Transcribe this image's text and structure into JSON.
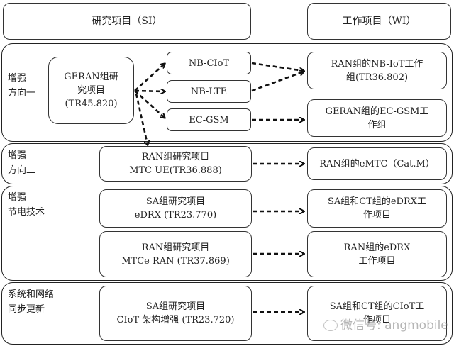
{
  "headers": {
    "si": "研究项目（SI）",
    "wi": "工作项目（WI）"
  },
  "groups": [
    {
      "label_line1": "增强",
      "label_line2": "方向一",
      "study_item": {
        "line1": "GERAN组研",
        "line2": "究项目",
        "line3": "(TR45.820)"
      },
      "candidates": [
        "NB-CIoT",
        "NB-LTE",
        "EC-GSM"
      ],
      "work_items": [
        {
          "line1": "RAN组的NB-IoT工作",
          "line2": "组(TR36.802)"
        },
        {
          "line1": "GERAN组的EC-GSM工",
          "line2": "作组"
        }
      ]
    },
    {
      "label_line1": "增强",
      "label_line2": "方向二",
      "study_item": {
        "line1": "RAN组研究项目",
        "line2": "MTC UE(TR36.888)"
      },
      "work_item": {
        "line1": "RAN组的eMTC（Cat.M）"
      }
    },
    {
      "label_line1": "增强",
      "label_line2": "节电技术",
      "study_items": [
        {
          "line1": "SA组研究项目",
          "line2": "eDRX (TR23.770)"
        },
        {
          "line1": "RAN组研究项目",
          "line2": "MTCe RAN (TR37.869)"
        }
      ],
      "work_items": [
        {
          "line1": "SA组和CT组的eDRX工",
          "line2": "作项目"
        },
        {
          "line1": "RAN组的eDRX",
          "line2": "工作项目"
        }
      ]
    },
    {
      "label_line1": "系统和网络",
      "label_line2": "同步更新",
      "study_item": {
        "line1": "SA组研究项目",
        "line2": "CIoT 架构增强 (TR23.720)"
      },
      "work_item": {
        "line1": "SA组和CT组的CIoT工",
        "line2": "作项目"
      }
    }
  ],
  "watermark": "微信号: angmobile"
}
